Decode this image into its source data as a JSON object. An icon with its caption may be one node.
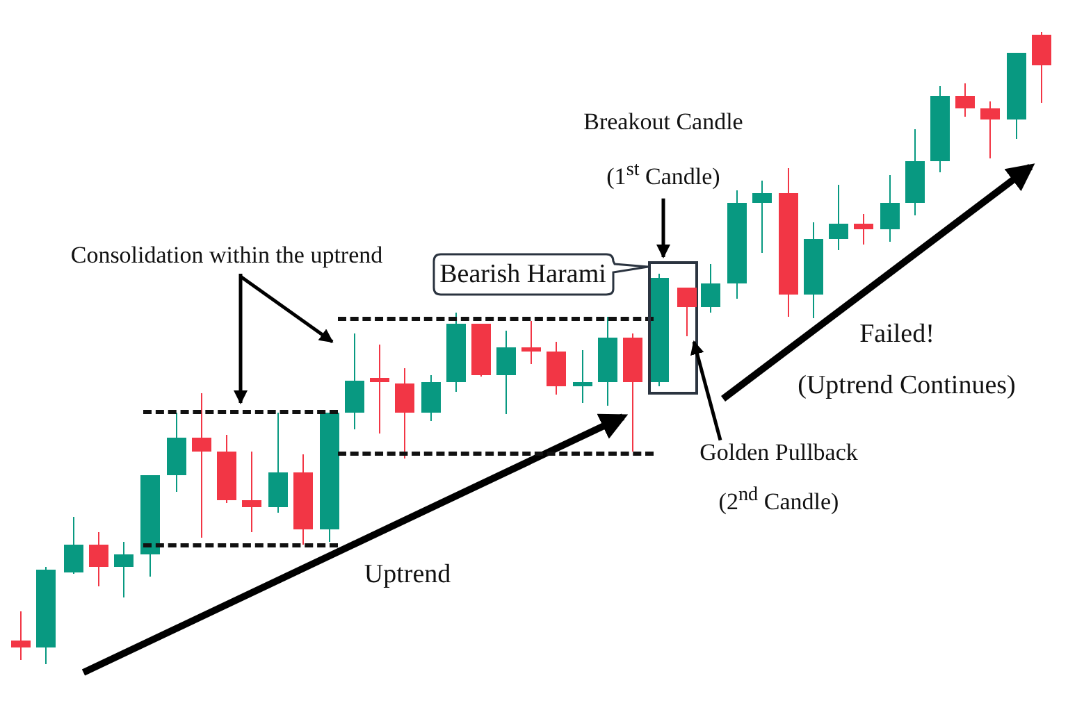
{
  "diagram": {
    "nodes": [
      {
        "text": [
          "Consolidation within the uptrend"
        ]
      },
      {
        "text": [],
        "shape": "box"
      },
      {
        "text": [],
        "shape": "box"
      },
      {
        "text": [
          "Breakout Candle",
          "(1$^{st}$ Candle)"
        ]
      },
      {
        "text": [
          "Bearish Harami"
        ]
      },
      {
        "text": [],
        "shape": "box"
      },
      {
        "text": [
          "Golden Pullback",
          "(2$^{nd}$ Candle)"
        ]
      },
      {
        "text": [],
        "shape": "bar",
        "in": 5
      }
    ],
    "edges": [
      {
        "from": 0,
        "to": 1,
        "arrow": "to"
      },
      {
        "from": 0,
        "to": 2,
        "arrow": "to"
      },
      {
        "from": 3,
        "to": 5,
        "arrow": "to"
      },
      {
        "from": 6,
        "to": 7,
        "arrow": "to"
      }
    ],
    "labels": [
      "Uptrend",
      "Failed!",
      "(Uptrend Continues)"
    ]
  }
}
